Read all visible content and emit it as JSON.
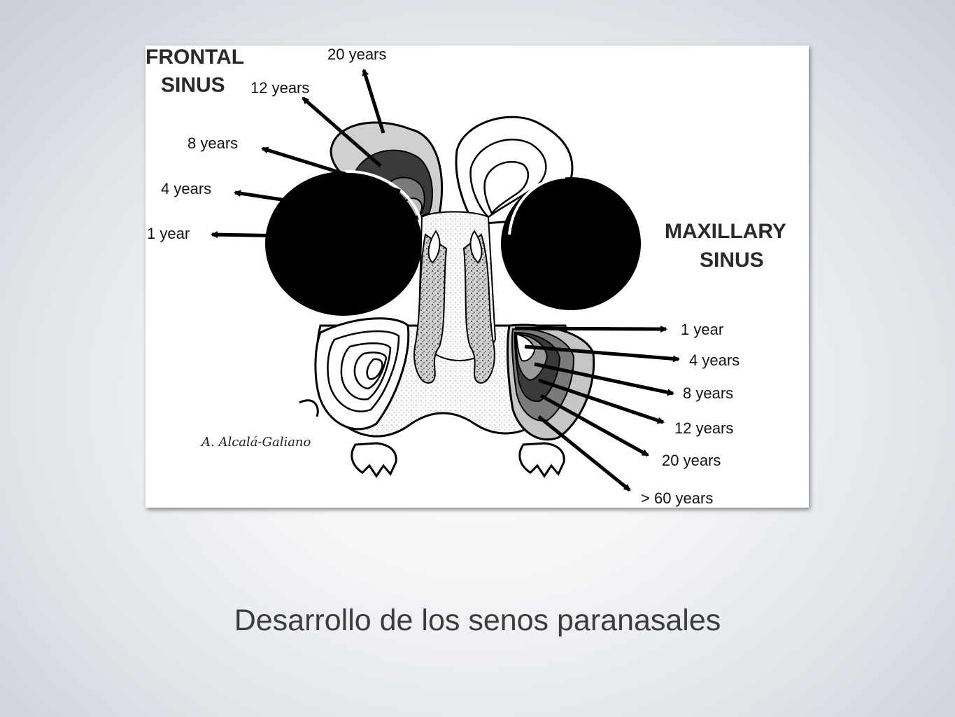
{
  "diagram": {
    "frontal": {
      "title_line1": "FRONTAL",
      "title_line2": "SINUS",
      "labels": [
        "20 years",
        "12 years",
        "8 years",
        "4 years",
        "1 year"
      ]
    },
    "maxillary": {
      "title_line1": "MAXILLARY",
      "title_line2": "SINUS",
      "labels": [
        "1 year",
        "4 years",
        "8 years",
        "12 years",
        "20 years",
        "> 60 years"
      ]
    },
    "signature": "A. Alcalá-Galiano"
  },
  "caption": "Desarrollo de los senos paranasales"
}
